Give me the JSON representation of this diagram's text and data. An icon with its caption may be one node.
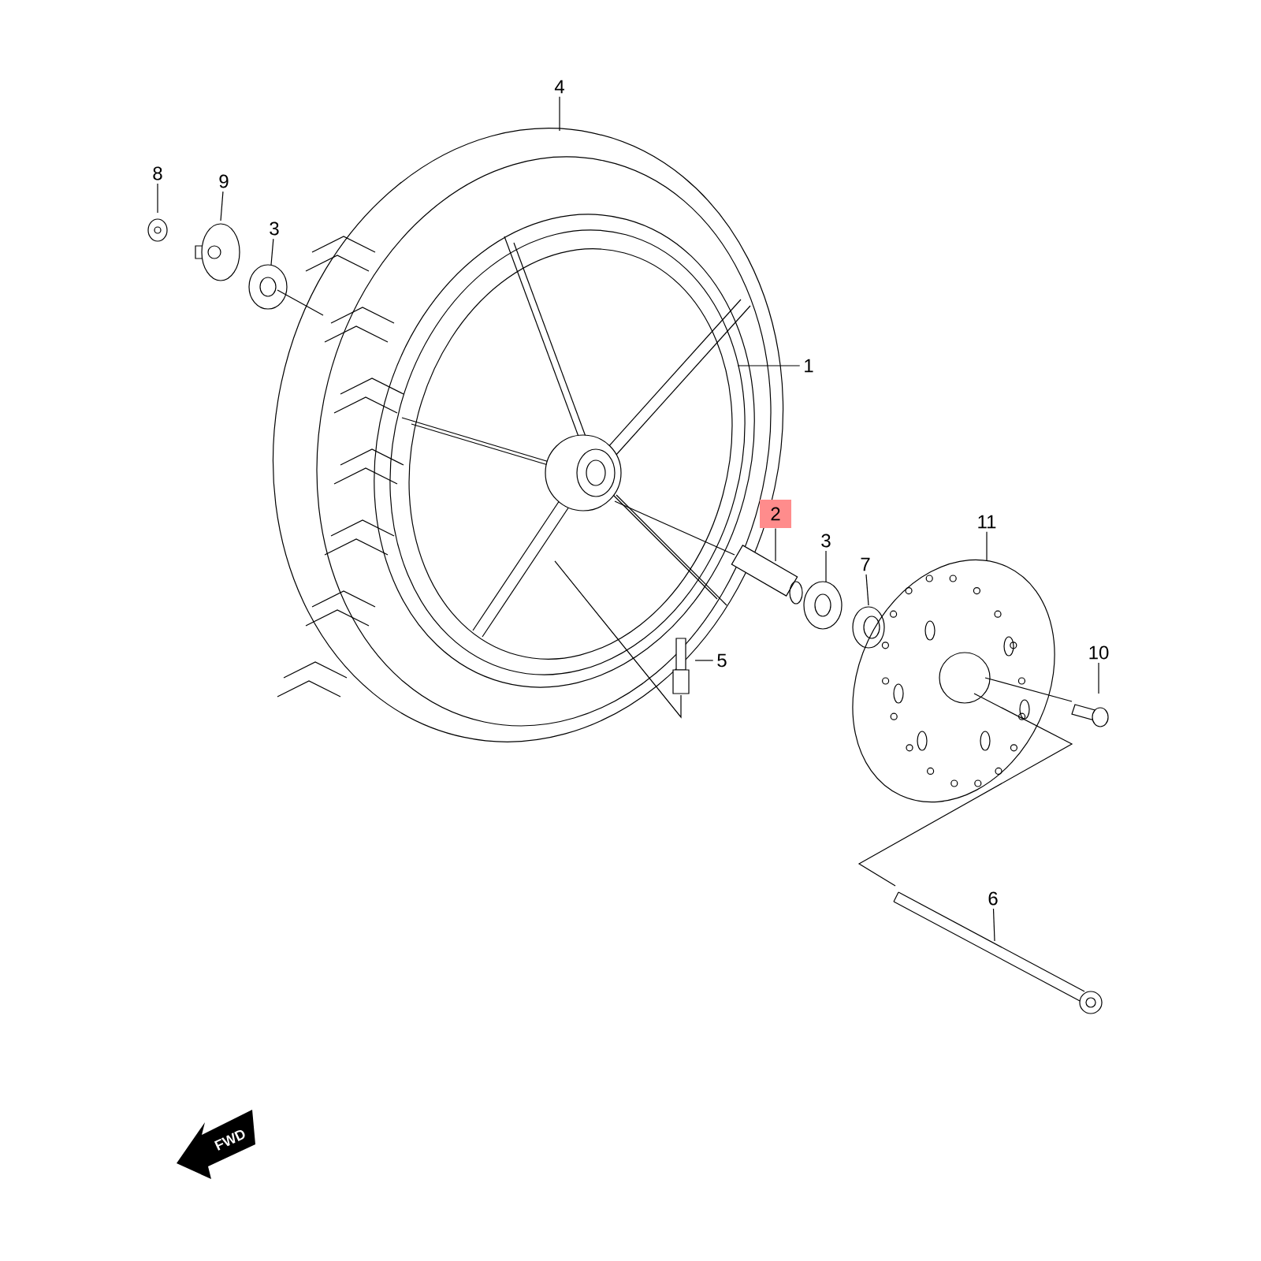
{
  "diagram": {
    "nodes": [
      {
        "text": [
          "4"
        ]
      },
      {
        "text": [
          "8"
        ]
      },
      {
        "text": [
          "9"
        ]
      },
      {
        "text": [
          "3"
        ]
      },
      {
        "text": [
          "1"
        ]
      },
      {
        "text": [
          "2"
        ]
      },
      {
        "text": [
          "11"
        ]
      },
      {
        "text": [
          "3"
        ]
      },
      {
        "text": [
          "7"
        ]
      },
      {
        "text": [
          "10"
        ]
      },
      {
        "text": [
          "5"
        ]
      },
      {
        "text": [
          "6"
        ]
      }
    ],
    "edges": [
      {
        "from": 0,
        "to": null,
        "arrow": "none"
      },
      {
        "from": 1,
        "to": null,
        "arrow": "none"
      },
      {
        "from": 2,
        "to": null,
        "arrow": "none"
      },
      {
        "from": 3,
        "to": null,
        "arrow": "none"
      },
      {
        "from": 4,
        "to": null,
        "arrow": "none"
      },
      {
        "from": 5,
        "to": null,
        "arrow": "none"
      },
      {
        "from": 6,
        "to": null,
        "arrow": "none"
      },
      {
        "from": 7,
        "to": null,
        "arrow": "none"
      },
      {
        "from": 8,
        "to": null,
        "arrow": "none"
      },
      {
        "from": 9,
        "to": null,
        "arrow": "none"
      },
      {
        "from": 10,
        "to": null,
        "arrow": "none"
      },
      {
        "from": 11,
        "to": null,
        "arrow": "none"
      }
    ],
    "labels": [
      "FWD"
    ]
  }
}
